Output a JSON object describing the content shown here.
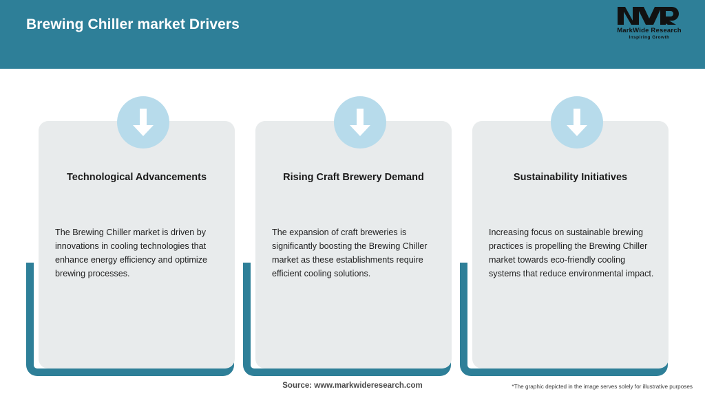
{
  "header": {
    "title": "Brewing Chiller market Drivers",
    "background_color": "#2e7f98",
    "title_color": "#ffffff"
  },
  "logo": {
    "mark_text": "MWR",
    "name": "MarkWide Research",
    "tagline": "Inspiring Growth",
    "icon": "mwr-logo-icon"
  },
  "cards": [
    {
      "icon": "down-arrow-icon",
      "title": "Technological Advancements",
      "body": "The Brewing Chiller market is driven by innovations in cooling technologies that enhance energy efficiency and optimize brewing processes."
    },
    {
      "icon": "down-arrow-icon",
      "title": "Rising Craft Brewery Demand",
      "body": "The expansion of craft breweries is significantly boosting the Brewing Chiller market as these establishments require efficient cooling solutions."
    },
    {
      "icon": "down-arrow-icon",
      "title": "Sustainability Initiatives",
      "body": "Increasing focus on sustainable brewing practices is propelling the Brewing Chiller market towards eco-friendly cooling systems that reduce environmental impact."
    }
  ],
  "footer": {
    "source": "Source: www.markwideresearch.com",
    "disclaimer": "*The graphic depicted in the image serves solely for illustrative purposes"
  },
  "colors": {
    "teal": "#2e7f98",
    "card_gray": "#e8ebec",
    "icon_circle_blue": "#b7dbeb",
    "arrow_white": "#ffffff",
    "page_background": "#ffffff"
  }
}
